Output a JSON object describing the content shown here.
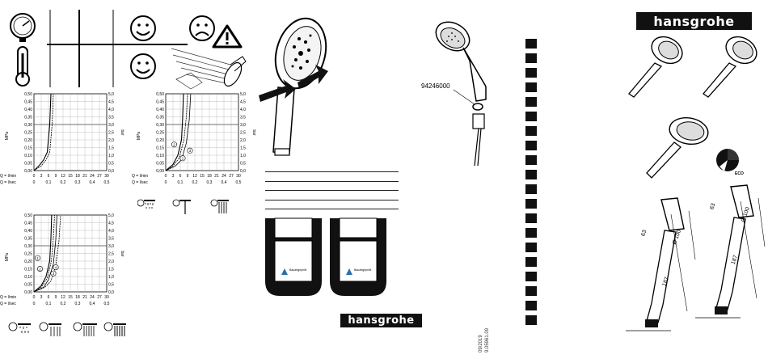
{
  "brand": {
    "name": "hansgrohe"
  },
  "part_number": "94246000",
  "doc_codes": {
    "date": "09/2019",
    "number": "9.05961.09"
  },
  "eco_label": "ECO",
  "dimensions": {
    "d1": "63",
    "d2": "Ø 100",
    "d3": "187",
    "d4": "63",
    "d5": "Ø 100",
    "d6": "187"
  },
  "labels": {
    "mpa": "MPa",
    "bar": "bar",
    "q_lmin": "Q = l/min",
    "q_lsec": "Q = l/sec",
    "cert": "Bauartgeprüft"
  },
  "chart_data": [
    {
      "type": "line",
      "y_left_ticks": [
        "0,50",
        "0,45",
        "0,40",
        "0,35",
        "0,30",
        "0,25",
        "0,20",
        "0,15",
        "0,10",
        "0,05",
        "0,00"
      ],
      "y_right_ticks": [
        "5,0",
        "4,5",
        "4,0",
        "3,5",
        "3,0",
        "2,5",
        "2,0",
        "1,5",
        "1,0",
        "0,5",
        "0,0"
      ],
      "x_lmin_ticks": [
        "0",
        "3",
        "6",
        "9",
        "12",
        "15",
        "18",
        "21",
        "24",
        "27",
        "30"
      ],
      "x_lsec_ticks": [
        "0",
        "0,1",
        "0,2",
        "0,3",
        "0,4",
        "0,5"
      ],
      "ylim": [
        0,
        0.5
      ],
      "xlim": [
        0,
        30
      ],
      "series": [
        {
          "x": [
            0,
            2,
            4,
            5.5,
            6.5,
            7
          ],
          "y": [
            0,
            0.03,
            0.07,
            0.12,
            0.3,
            0.5
          ]
        },
        {
          "x": [
            0,
            3,
            5,
            6.5,
            7.5,
            8
          ],
          "y": [
            0,
            0.03,
            0.07,
            0.12,
            0.3,
            0.5
          ]
        }
      ],
      "markers": []
    },
    {
      "type": "line",
      "y_left_ticks": [
        "0,50",
        "0,45",
        "0,40",
        "0,35",
        "0,30",
        "0,25",
        "0,20",
        "0,15",
        "0,10",
        "0,05",
        "0,00"
      ],
      "y_right_ticks": [
        "5,0",
        "4,5",
        "4,0",
        "3,5",
        "3,0",
        "2,5",
        "2,0",
        "1,5",
        "1,0",
        "0,5",
        "0,0"
      ],
      "x_lmin_ticks": [
        "0",
        "3",
        "6",
        "9",
        "12",
        "15",
        "18",
        "21",
        "24",
        "27",
        "30"
      ],
      "x_lsec_ticks": [
        "0",
        "0,1",
        "0,2",
        "0,3",
        "0,4",
        "0,5"
      ],
      "ylim": [
        0,
        0.5
      ],
      "xlim": [
        0,
        30
      ],
      "series": [
        {
          "x": [
            0,
            3,
            5,
            6.5,
            7,
            7.3
          ],
          "y": [
            0,
            0.04,
            0.1,
            0.2,
            0.35,
            0.5
          ]
        },
        {
          "x": [
            0,
            3,
            5.5,
            7.5,
            8.5,
            9
          ],
          "y": [
            0,
            0.03,
            0.08,
            0.2,
            0.35,
            0.5
          ]
        },
        {
          "x": [
            0,
            4,
            6.5,
            8.5,
            9.7,
            10.3
          ],
          "y": [
            0,
            0.03,
            0.07,
            0.18,
            0.33,
            0.5
          ]
        }
      ],
      "markers": [
        {
          "label": "2",
          "x": 3.5,
          "y": 0.17
        },
        {
          "label": "3",
          "x": 10,
          "y": 0.13
        },
        {
          "label": "1",
          "x": 7,
          "y": 0.08
        }
      ]
    },
    {
      "type": "line",
      "y_left_ticks": [
        "0,50",
        "0,45",
        "0,40",
        "0,35",
        "0,30",
        "0,25",
        "0,20",
        "0,15",
        "0,10",
        "0,05",
        "0,00"
      ],
      "y_right_ticks": [
        "5,0",
        "4,5",
        "4,0",
        "3,5",
        "3,0",
        "2,5",
        "2,0",
        "1,5",
        "1,0",
        "0,5",
        "0,0"
      ],
      "x_lmin_ticks": [
        "0",
        "3",
        "6",
        "9",
        "12",
        "15",
        "18",
        "21",
        "24",
        "27",
        "30"
      ],
      "x_lsec_ticks": [
        "0",
        "0,1",
        "0,2",
        "0,3",
        "0,4",
        "0,5"
      ],
      "ylim": [
        0,
        0.5
      ],
      "xlim": [
        0,
        30
      ],
      "series": [
        {
          "x": [
            0,
            3,
            5,
            6.5,
            7,
            7.3
          ],
          "y": [
            0,
            0.04,
            0.1,
            0.2,
            0.35,
            0.5
          ]
        },
        {
          "x": [
            0,
            3,
            5.5,
            7.2,
            8,
            8.5
          ],
          "y": [
            0,
            0.03,
            0.09,
            0.2,
            0.35,
            0.5
          ]
        },
        {
          "x": [
            0,
            4,
            6,
            8,
            9,
            9.5
          ],
          "y": [
            0,
            0.03,
            0.08,
            0.18,
            0.34,
            0.5
          ]
        },
        {
          "x": [
            0,
            4.5,
            7,
            9,
            10.3,
            11
          ],
          "y": [
            0,
            0.03,
            0.07,
            0.17,
            0.33,
            0.5
          ]
        }
      ],
      "markers": [
        {
          "label": "1",
          "x": 1.5,
          "y": 0.22
        },
        {
          "label": "2",
          "x": 2.5,
          "y": 0.15
        },
        {
          "label": "4",
          "x": 9,
          "y": 0.16
        },
        {
          "label": "3",
          "x": 8,
          "y": 0.12
        }
      ]
    }
  ]
}
